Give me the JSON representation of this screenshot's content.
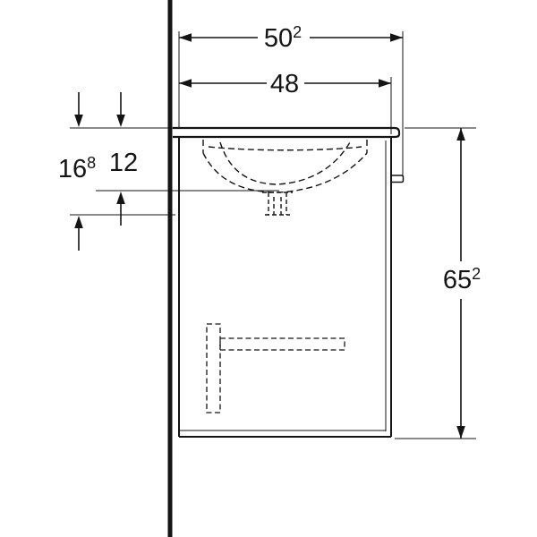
{
  "drawing": {
    "colors": {
      "line": "#141414",
      "background": "#ffffff"
    },
    "dimensions": {
      "overall_depth": {
        "value": "50",
        "sup": "2"
      },
      "carcass_depth": {
        "value": "48",
        "sup": ""
      },
      "overall_height": {
        "value": "65",
        "sup": "2"
      },
      "basin_depth": {
        "value": "16",
        "sup": "8"
      },
      "outlet_depth": {
        "value": "12",
        "sup": ""
      }
    }
  }
}
